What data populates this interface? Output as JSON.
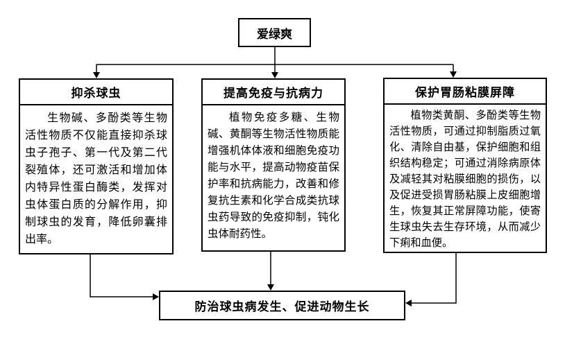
{
  "diagram": {
    "root": {
      "label": "爱绿爽"
    },
    "branches": [
      {
        "title": "抑杀球虫",
        "body": "生物碱、多酚类等生物活性物质不仅能直接抑杀球虫子孢子、第一代及第二代裂殖体，还可激活和增加体内特异性蛋白酶类，发挥对虫体蛋白质的分解作用，抑制球虫的发育，降低卵囊排出率。"
      },
      {
        "title": "提高免疫与抗病力",
        "body": "植物免疫多糖、生物碱、黄酮等生物活性物质能增强机体体液和细胞免疫功能与水平，提高动物疫苗保护率和抗病能力，改善和修复抗生素和化学合成类抗球虫药导致的免疫抑制，钝化虫体耐药性。"
      },
      {
        "title": "保护胃肠粘膜屏障",
        "body": "植物类黄酮、多酚类等生物活性物质，可通过抑制脂质过氧化、清除自由基，保护细胞和组织结构稳定；可通过消除病原体及减轻其对粘膜细胞的损伤，以及促进受损胃肠粘膜上皮细胞增生，恢复其正常屏障功能，使寄生球虫失去生存环境，从而减少下痢和血便。"
      }
    ],
    "conclusion": {
      "label": "防治球虫病发生、促进动物生长"
    },
    "colors": {
      "line": "#000000",
      "background": "#ffffff",
      "text": "#000000"
    }
  }
}
